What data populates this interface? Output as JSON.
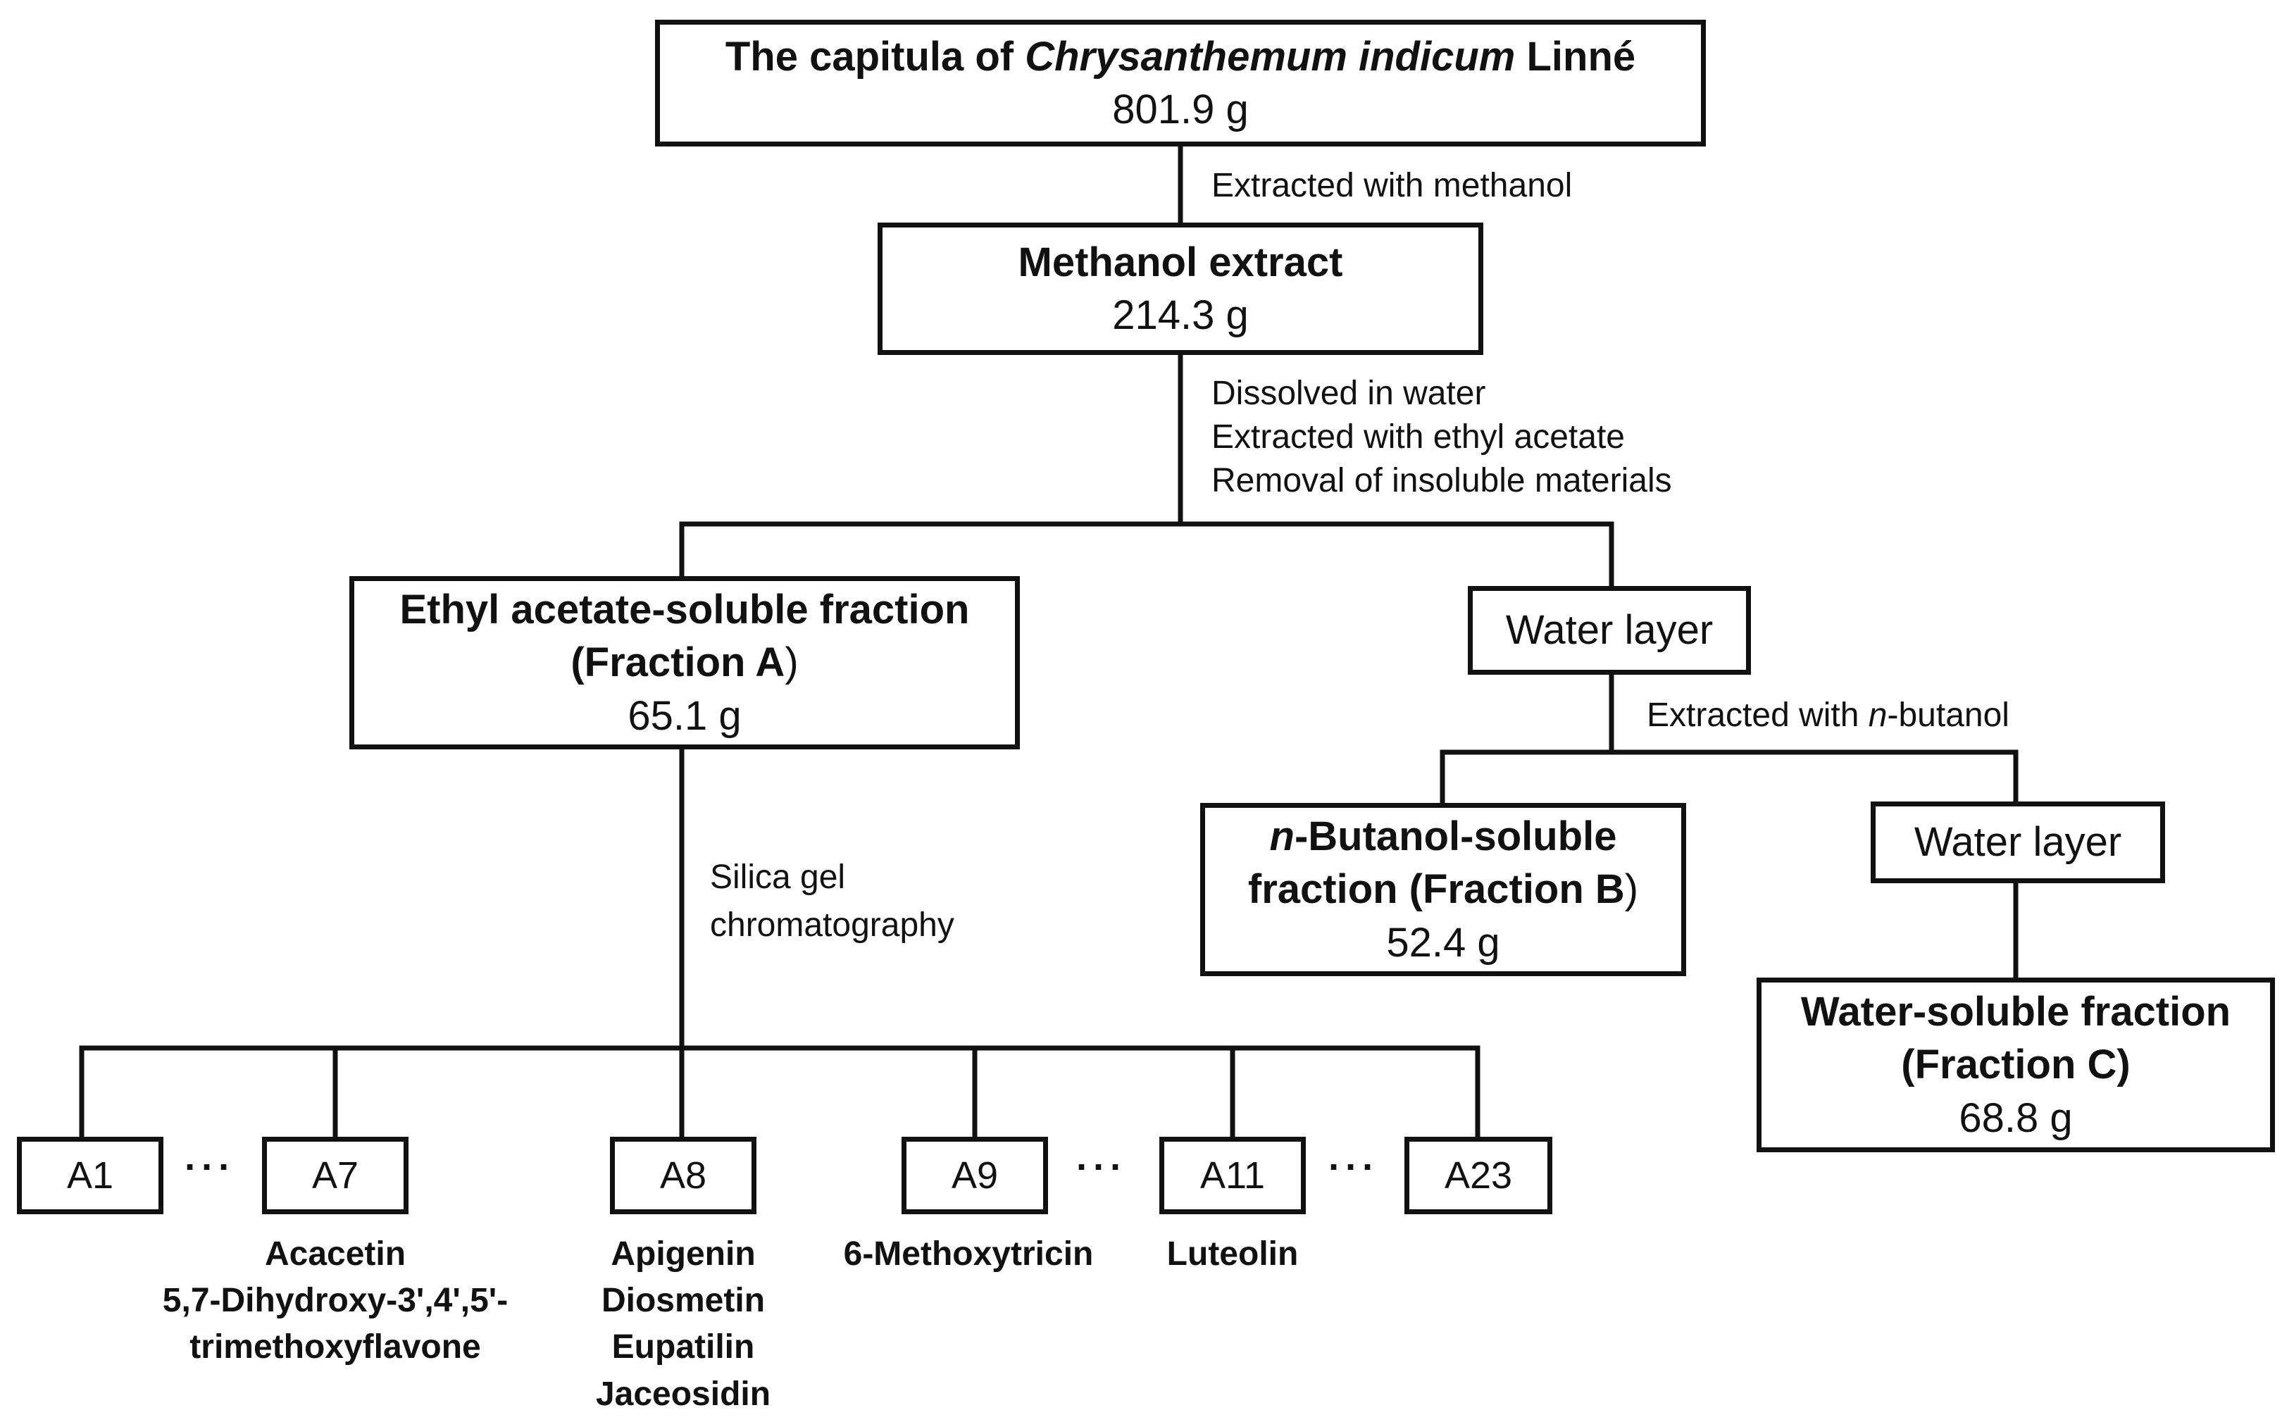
{
  "source": {
    "title_pre": "The capitula of ",
    "title_italic": "Chrysanthemum indicum",
    "title_post": " Linné",
    "mass": "801.9 g"
  },
  "step1": "Extracted with methanol",
  "methanol_extract": {
    "title": "Methanol extract",
    "mass": "214.3 g"
  },
  "step2": [
    "Dissolved in water",
    "Extracted with ethyl acetate",
    "Removal of insoluble materials"
  ],
  "fraction_a": {
    "line1": "Ethyl acetate-soluble fraction",
    "line2_pre": "(Fraction A",
    "line2_post": ")",
    "mass": "65.1 g"
  },
  "water_layer_1": "Water layer",
  "step3": {
    "pre": "Extracted with ",
    "italic": "n",
    "post": "-butanol"
  },
  "fraction_b": {
    "line1_italic": "n",
    "line1_rest": "-Butanol-soluble",
    "line2_pre": "fraction (Fraction B",
    "line2_post": ")",
    "mass": "52.4 g"
  },
  "water_layer_2": "Water layer",
  "fraction_c": {
    "line1": "Water-soluble fraction",
    "line2": "(Fraction C)",
    "mass": "68.8 g"
  },
  "step4": [
    "Silica gel",
    "chromatography"
  ],
  "subfractions": [
    "A1",
    "A7",
    "A8",
    "A9",
    "A11",
    "A23"
  ],
  "ellipsis": "···",
  "compounds": {
    "A7": [
      "Acacetin",
      "5,7-Dihydroxy-3',4',5'-",
      "trimethoxyflavone"
    ],
    "A8": [
      "Apigenin",
      "Diosmetin",
      "Eupatilin",
      "Jaceosidin"
    ],
    "A9": [
      "6-Methoxytricin"
    ],
    "A11": [
      "Luteolin"
    ]
  }
}
